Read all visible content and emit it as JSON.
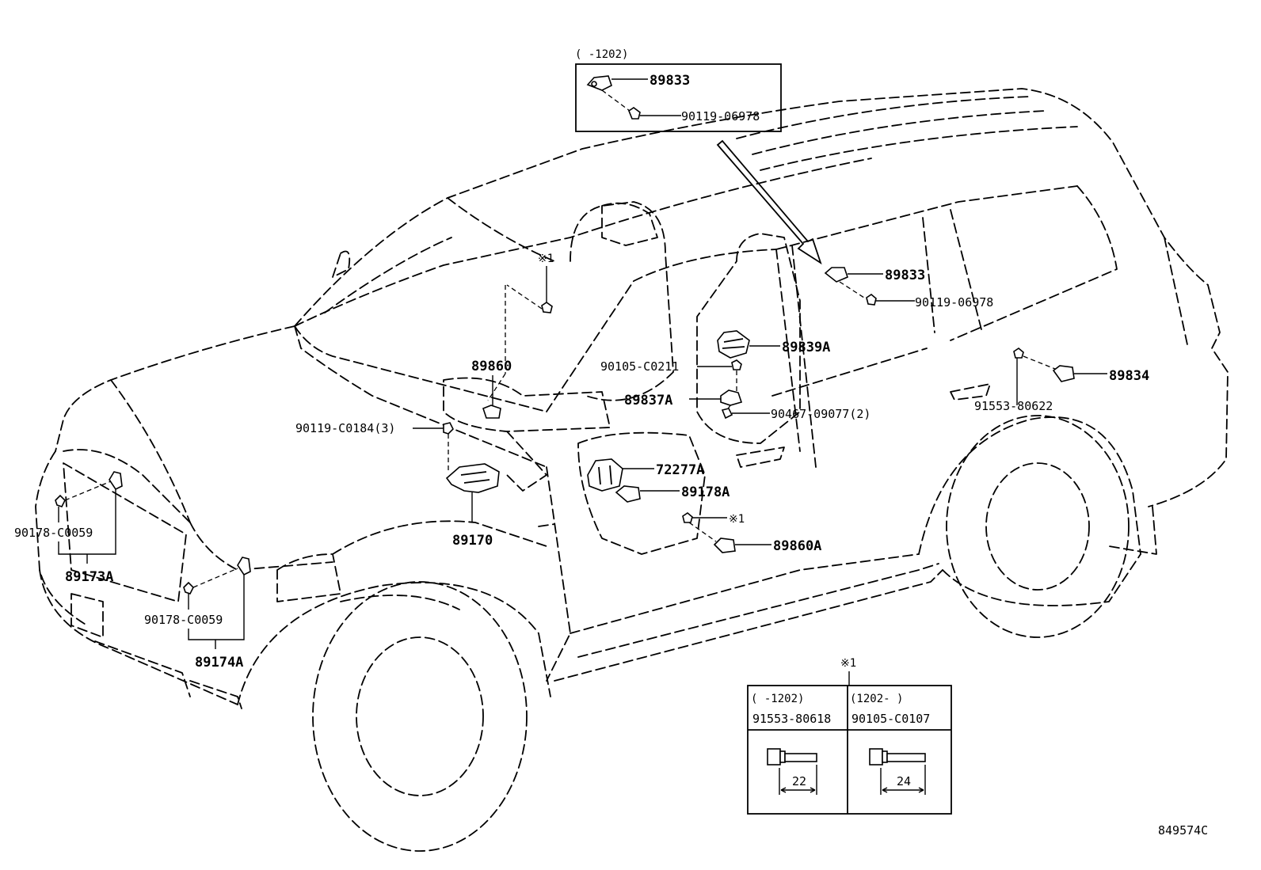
{
  "diagram_code": "849574C",
  "callouts": {
    "inset_top_range": "(    -1202)",
    "p89833_inset": "89833",
    "p90119_06978_inset": "90119-06978",
    "p89833": "89833",
    "p90119_06978": "90119-06978",
    "p89839A": "89839A",
    "p90105_C0211": "90105-C0211",
    "p89837A": "89837A",
    "p90467_09077": "90467-09077(2)",
    "p89834": "89834",
    "p91553_80622": "91553-80622",
    "note_1_top": "※1",
    "p89860": "89860",
    "p90119_C0184": "90119-C0184(3)",
    "p72277A": "72277A",
    "p89178A": "89178A",
    "note_1_mid": "※1",
    "p89860A": "89860A",
    "p89170": "89170",
    "p90178_C0059_a": "90178-C0059",
    "p89173A": "89173A",
    "p90178_C0059_b": "90178-C0059",
    "p89174A": "89174A"
  },
  "bolt_table": {
    "note": "※1",
    "col1_range": "(    -1202)",
    "col2_range": "(1202-    )",
    "col1_part": "91553-80618",
    "col2_part": "90105-C0107",
    "col1_length": "22",
    "col2_length": "24"
  }
}
